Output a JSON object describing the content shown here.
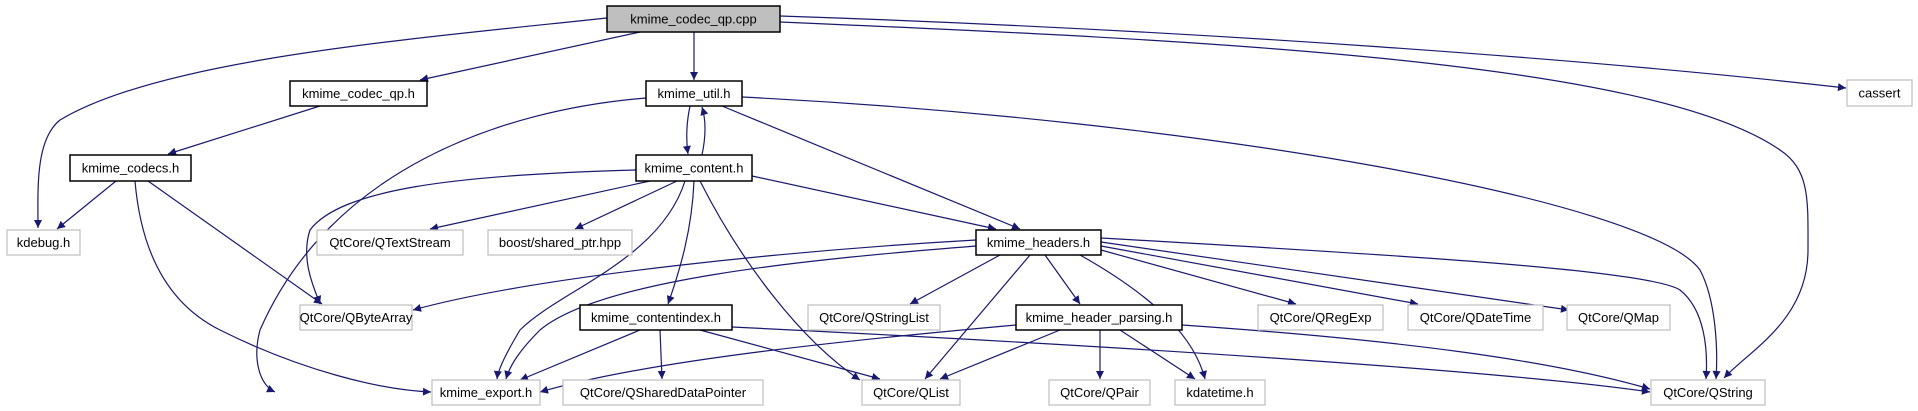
{
  "diagram": {
    "type": "include-dependency-graph",
    "edge_color": "#191970",
    "root_fill": "#bfbfbf",
    "internal_border": "#000000",
    "external_border": "#bfbfbf",
    "nodes": [
      {
        "id": "cpp",
        "label": "kmime_codec_qp.cpp",
        "kind": "root"
      },
      {
        "id": "codecqp",
        "label": "kmime_codec_qp.h",
        "kind": "internal"
      },
      {
        "id": "util",
        "label": "kmime_util.h",
        "kind": "internal"
      },
      {
        "id": "cassert",
        "label": "cassert",
        "kind": "external"
      },
      {
        "id": "codecs",
        "label": "kmime_codecs.h",
        "kind": "internal"
      },
      {
        "id": "content",
        "label": "kmime_content.h",
        "kind": "internal"
      },
      {
        "id": "kdebug",
        "label": "kdebug.h",
        "kind": "external"
      },
      {
        "id": "qtextstream",
        "label": "QtCore/QTextStream",
        "kind": "external"
      },
      {
        "id": "sharedptr",
        "label": "boost/shared_ptr.hpp",
        "kind": "external"
      },
      {
        "id": "headers",
        "label": "kmime_headers.h",
        "kind": "internal"
      },
      {
        "id": "qbytearray",
        "label": "QtCore/QByteArray",
        "kind": "external"
      },
      {
        "id": "contentindex",
        "label": "kmime_contentindex.h",
        "kind": "internal"
      },
      {
        "id": "qstringlist",
        "label": "QtCore/QStringList",
        "kind": "external"
      },
      {
        "id": "headerparsing",
        "label": "kmime_header_parsing.h",
        "kind": "internal"
      },
      {
        "id": "qregexp",
        "label": "QtCore/QRegExp",
        "kind": "external"
      },
      {
        "id": "qdatetime",
        "label": "QtCore/QDateTime",
        "kind": "external"
      },
      {
        "id": "qmap",
        "label": "QtCore/QMap",
        "kind": "external"
      },
      {
        "id": "export",
        "label": "kmime_export.h",
        "kind": "external"
      },
      {
        "id": "qshareddatapointer",
        "label": "QtCore/QSharedDataPointer",
        "kind": "external"
      },
      {
        "id": "qlist",
        "label": "QtCore/QList",
        "kind": "external"
      },
      {
        "id": "qpair",
        "label": "QtCore/QPair",
        "kind": "external"
      },
      {
        "id": "kdatetime",
        "label": "kdatetime.h",
        "kind": "external"
      },
      {
        "id": "qstring",
        "label": "QtCore/QString",
        "kind": "external"
      }
    ],
    "edges": [
      {
        "from": "cpp",
        "to": "kdebug"
      },
      {
        "from": "cpp",
        "to": "codecqp"
      },
      {
        "from": "cpp",
        "to": "util"
      },
      {
        "from": "cpp",
        "to": "cassert"
      },
      {
        "from": "cpp",
        "to": "qstring"
      },
      {
        "from": "codecqp",
        "to": "codecs"
      },
      {
        "from": "codecs",
        "to": "kdebug"
      },
      {
        "from": "codecs",
        "to": "export"
      },
      {
        "from": "codecs",
        "to": "qbytearray"
      },
      {
        "from": "util",
        "to": "content"
      },
      {
        "from": "util",
        "to": "export"
      },
      {
        "from": "util",
        "to": "headers"
      },
      {
        "from": "util",
        "to": "qstring"
      },
      {
        "from": "content",
        "to": "util"
      },
      {
        "from": "content",
        "to": "qbytearray"
      },
      {
        "from": "content",
        "to": "qtextstream"
      },
      {
        "from": "content",
        "to": "sharedptr"
      },
      {
        "from": "content",
        "to": "headers"
      },
      {
        "from": "content",
        "to": "export"
      },
      {
        "from": "content",
        "to": "contentindex"
      },
      {
        "from": "content",
        "to": "qlist"
      },
      {
        "from": "headers",
        "to": "qbytearray"
      },
      {
        "from": "headers",
        "to": "export"
      },
      {
        "from": "headers",
        "to": "qstringlist"
      },
      {
        "from": "headers",
        "to": "qlist"
      },
      {
        "from": "headers",
        "to": "headerparsing"
      },
      {
        "from": "headers",
        "to": "kdatetime"
      },
      {
        "from": "headers",
        "to": "qregexp"
      },
      {
        "from": "headers",
        "to": "qdatetime"
      },
      {
        "from": "headers",
        "to": "qmap"
      },
      {
        "from": "headers",
        "to": "qstring"
      },
      {
        "from": "contentindex",
        "to": "export"
      },
      {
        "from": "contentindex",
        "to": "qshareddatapointer"
      },
      {
        "from": "contentindex",
        "to": "qlist"
      },
      {
        "from": "contentindex",
        "to": "qstring"
      },
      {
        "from": "headerparsing",
        "to": "export"
      },
      {
        "from": "headerparsing",
        "to": "qlist"
      },
      {
        "from": "headerparsing",
        "to": "qpair"
      },
      {
        "from": "headerparsing",
        "to": "kdatetime"
      },
      {
        "from": "headerparsing",
        "to": "qstring"
      }
    ]
  }
}
